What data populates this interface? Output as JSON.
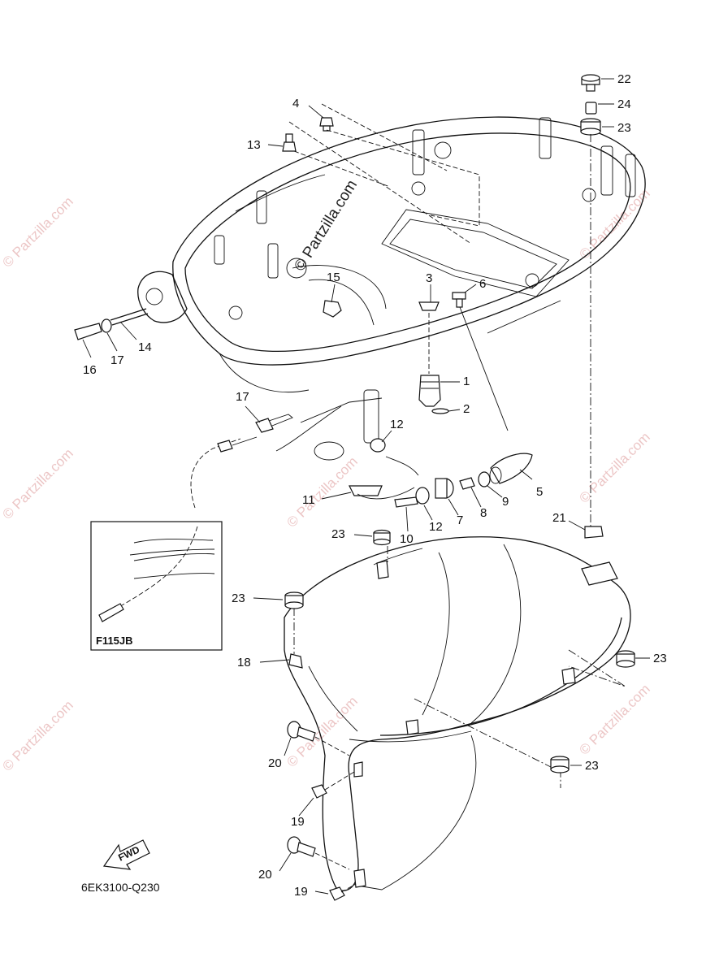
{
  "diagram": {
    "code": "6EK3100-Q230",
    "inset_label": "F115JB",
    "fwd_label": "FWD",
    "watermark": "© Partzilla.com",
    "callouts": [
      {
        "id": "c22",
        "text": "22"
      },
      {
        "id": "c24",
        "text": "24"
      },
      {
        "id": "c23a",
        "text": "23"
      },
      {
        "id": "c4",
        "text": "4"
      },
      {
        "id": "c13",
        "text": "13"
      },
      {
        "id": "c3",
        "text": "3"
      },
      {
        "id": "c6",
        "text": "6"
      },
      {
        "id": "c15",
        "text": "15"
      },
      {
        "id": "c16",
        "text": "16"
      },
      {
        "id": "c17a",
        "text": "17"
      },
      {
        "id": "c14",
        "text": "14"
      },
      {
        "id": "c1",
        "text": "1"
      },
      {
        "id": "c2",
        "text": "2"
      },
      {
        "id": "c17b",
        "text": "17"
      },
      {
        "id": "c12a",
        "text": "12"
      },
      {
        "id": "c5",
        "text": "5"
      },
      {
        "id": "c11",
        "text": "11"
      },
      {
        "id": "c9",
        "text": "9"
      },
      {
        "id": "c8",
        "text": "8"
      },
      {
        "id": "c7",
        "text": "7"
      },
      {
        "id": "c12b",
        "text": "12"
      },
      {
        "id": "c10",
        "text": "10"
      },
      {
        "id": "c21",
        "text": "21"
      },
      {
        "id": "c23b",
        "text": "23"
      },
      {
        "id": "c23c",
        "text": "23"
      },
      {
        "id": "c18",
        "text": "18"
      },
      {
        "id": "c23d",
        "text": "23"
      },
      {
        "id": "c20a",
        "text": "20"
      },
      {
        "id": "c23e",
        "text": "23"
      },
      {
        "id": "c19a",
        "text": "19"
      },
      {
        "id": "c20b",
        "text": "20"
      },
      {
        "id": "c19b",
        "text": "19"
      }
    ]
  }
}
